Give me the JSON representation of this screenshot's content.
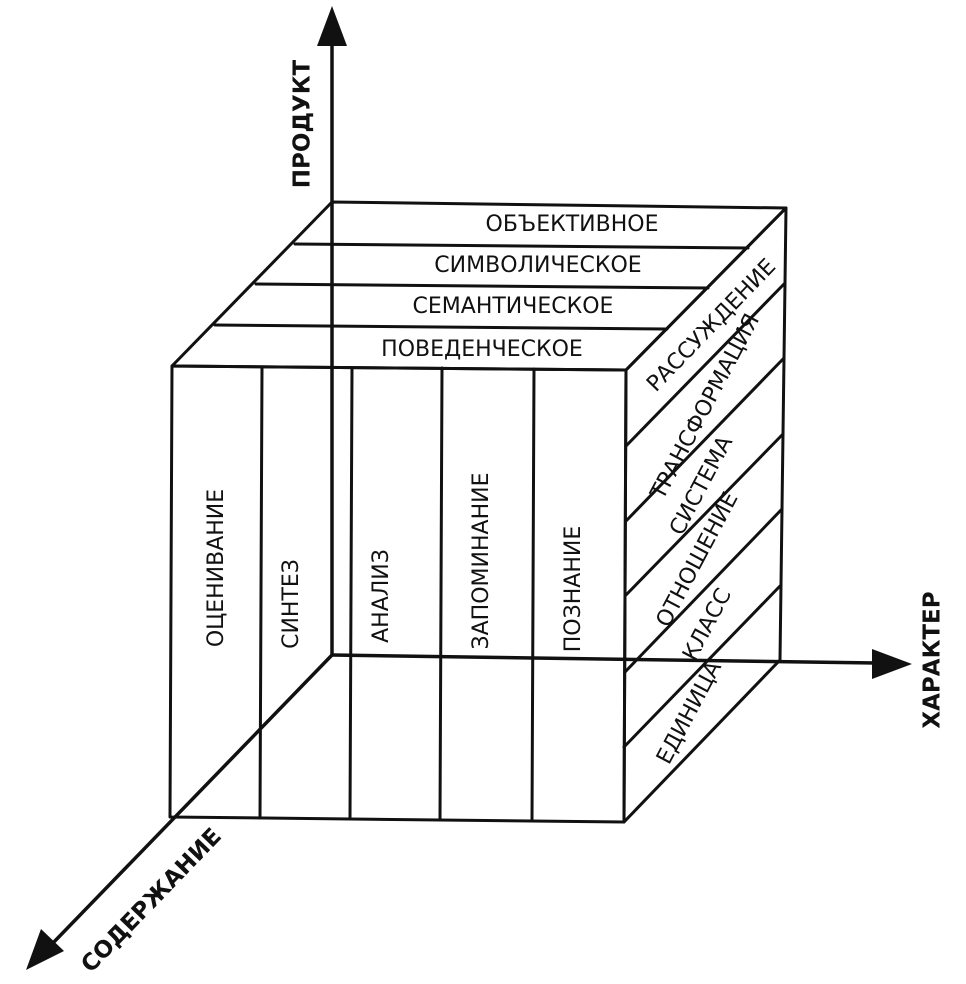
{
  "axes": {
    "vertical": "ПРОДУКТ",
    "right": "ХАРАКТЕР",
    "diagonal": "СОДЕРЖАНИЕ"
  },
  "top_face": [
    "ОБЪЕКТИВНОЕ",
    "СИМВОЛИЧЕСКОЕ",
    "СЕМАНТИЧЕСКОЕ",
    "ПОВЕДЕНЧЕСКОЕ"
  ],
  "front_face": [
    "ОЦЕНИВАНИЕ",
    "СИНТЕЗ",
    "АНАЛИЗ",
    "ЗАПОМИНАНИЕ",
    "ПОЗНАНИЕ"
  ],
  "side_face": [
    "РАССУЖДЕНИЕ",
    "ТРАНСФОРМАЦИЯ",
    "СИСТЕМА",
    "ОТНОШЕНИЕ",
    "КЛАСС",
    "ЕДИНИЦА"
  ]
}
